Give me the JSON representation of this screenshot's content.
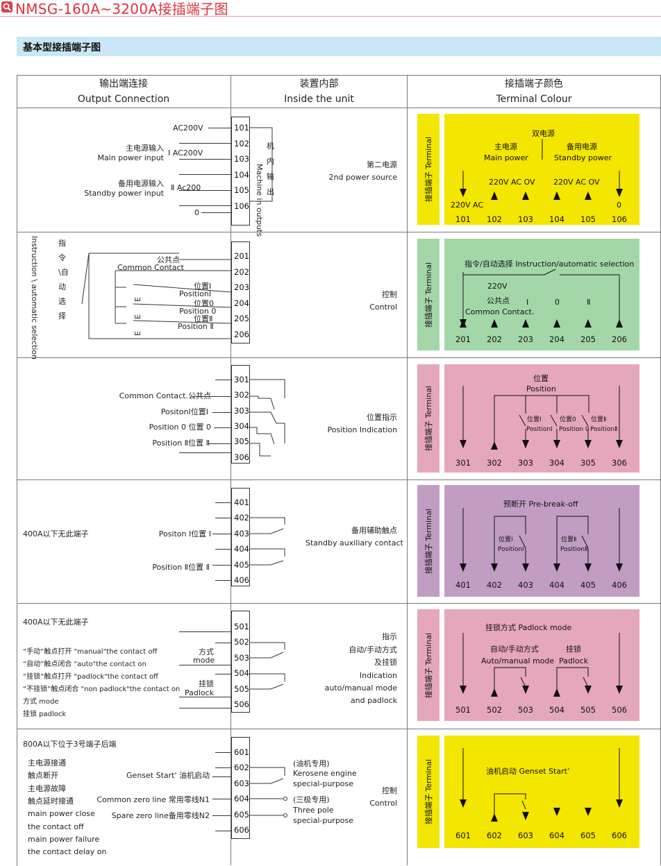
{
  "header": {
    "title": "NMSG-160A~3200A接插端子图",
    "section_title": "基本型接插端子图",
    "icon": "search-icon"
  },
  "colors": {
    "yellow": "#f3e600",
    "green": "#a3d7a8",
    "pink": "#e5a7bb",
    "purple": "#c19dc4",
    "section_bar": "#c9e7f7",
    "title_red": "#e0323c"
  },
  "columns": {
    "output": {
      "cn": "输出端连接",
      "en": "Output Connection"
    },
    "inside": {
      "cn": "装置内部",
      "en": "Inside the unit"
    },
    "colour": {
      "cn": "接插端子颜色",
      "en": "Terminal Colour"
    }
  },
  "terminal_tag": "接插端子 Terminal",
  "row1": {
    "pins": [
      "101",
      "102",
      "103",
      "104",
      "105",
      "106"
    ],
    "ac200v": "AC200V",
    "main_cn": "主电源输入",
    "main_en": "Main power input",
    "main_val": "Ⅰ AC200V",
    "standby_cn": "备用电源输入",
    "standby_en": "Standby power input",
    "standby_val": "Ⅱ Ac200",
    "zero": "0",
    "machine_out": "Machine in outputs",
    "machine_cn": "机内输出",
    "desc_cn": "第二电源",
    "desc_en": "2nd power source",
    "panel": {
      "dual": "双电源",
      "main_cn": "主电源",
      "main_en": "Main power",
      "standby_cn": "备用电源",
      "standby_en": "Standby power",
      "v1": "220V AC OV",
      "v2": "220V AC OV",
      "ac": "220V AC",
      "zero": "0"
    }
  },
  "row2": {
    "pins": [
      "201",
      "202",
      "203",
      "204",
      "205",
      "206"
    ],
    "vertical_cn": "指令\\自动选择",
    "vertical_en": "Instruction \\ automatic selection",
    "common_cn": "公共点",
    "common_en": "Common Contact",
    "p1_cn": "位置Ⅰ",
    "p1_en": "PositionⅠ",
    "p0_cn": "位置0",
    "p0_en": "Position 0",
    "p2_cn": "位置Ⅱ",
    "p2_en": "Position Ⅱ",
    "e_label": "E",
    "desc_cn": "控制",
    "desc_en": "Control",
    "panel": {
      "title": "指令/自动选择 Instruction/automatic selection",
      "v": "220V",
      "common_cn": "公共点",
      "common_en": "Common Contact.",
      "i": "Ⅰ",
      "zero": "0",
      "ii": "Ⅱ"
    }
  },
  "row3": {
    "pins": [
      "301",
      "302",
      "303",
      "304",
      "305",
      "306"
    ],
    "common": "Common Contact.公共点",
    "p1": "PositonⅠ位置Ⅰ",
    "p0": "Position 0 位置 0",
    "p2": "Position Ⅱ位置 Ⅱ",
    "desc_cn": "位置指示",
    "desc_en": "Position Indication",
    "panel": {
      "title_cn": "位置",
      "title_en": "Position",
      "p1_cn": "位置Ⅰ",
      "p1_en": "PositionⅠ",
      "p0_cn": "位置0",
      "p0_en": "Position 0",
      "p2_cn": "位置Ⅱ",
      "p2_en": "PositionⅡ"
    }
  },
  "row4": {
    "pins": [
      "401",
      "402",
      "403",
      "404",
      "405",
      "406"
    ],
    "note": "400A以下无此端子",
    "p1": "Positon Ⅰ位置 Ⅰ",
    "p2": "Position Ⅱ位置 Ⅱ",
    "desc_cn": "备用辅助触点",
    "desc_en": "Standby auxiliary contact",
    "panel": {
      "title": "预断开 Pre-break-off",
      "p1_cn": "位置Ⅰ",
      "p1_en": "PositionⅠ",
      "p2_cn": "位置Ⅱ",
      "p2_en": "PositionⅡ"
    }
  },
  "row5": {
    "pins": [
      "501",
      "502",
      "503",
      "504",
      "505",
      "506"
    ],
    "note": "400A以下无此端子",
    "lines": [
      "“手动”触点打开 \"manual\"the contact off",
      "“自动”触点闭合 \"auto\"the contact on",
      "“挂锁”触点打开 \"padlock\"the contact off",
      "“不挂锁”触点闭合 \"non padlock\"the contact on",
      "方式 mode",
      "挂锁 padlock"
    ],
    "mode_cn": "方式",
    "mode_en": "mode",
    "padlock_cn": "挂锁",
    "padlock_en": "Padlock",
    "desc": [
      "指示",
      "自动/手动方式",
      "及挂锁",
      "Indication",
      "auto/manual mode",
      "and padlock"
    ],
    "panel": {
      "title": "挂锁方式  Padlock mode",
      "auto_cn": "自动/手动方式",
      "auto_en": "Auto/manual mode",
      "pad_cn": "挂锁",
      "pad_en": "Padlock"
    }
  },
  "row6": {
    "pins": [
      "601",
      "602",
      "603",
      "604",
      "605",
      "606"
    ],
    "note": "800A以下位于3号端子后端",
    "lines": [
      "主电源接通",
      "触点断开",
      "主电源故障",
      "触点延时接通",
      "main power close",
      "the contact off",
      "main power failure",
      "the contact delay on"
    ],
    "genset": "Genset Start'  油机启动",
    "czero": "Common zero line 常用零线N1",
    "szero": "Spare zero line备用零线N2",
    "kero": [
      "(油机专用)",
      "Kerosene engine",
      "special-purpose"
    ],
    "three": [
      "(三极专用)",
      "Three pole",
      "special-purpose"
    ],
    "desc_cn": "控制",
    "desc_en": "Control",
    "panel": {
      "title": "油机启动  Genset Start’"
    }
  }
}
